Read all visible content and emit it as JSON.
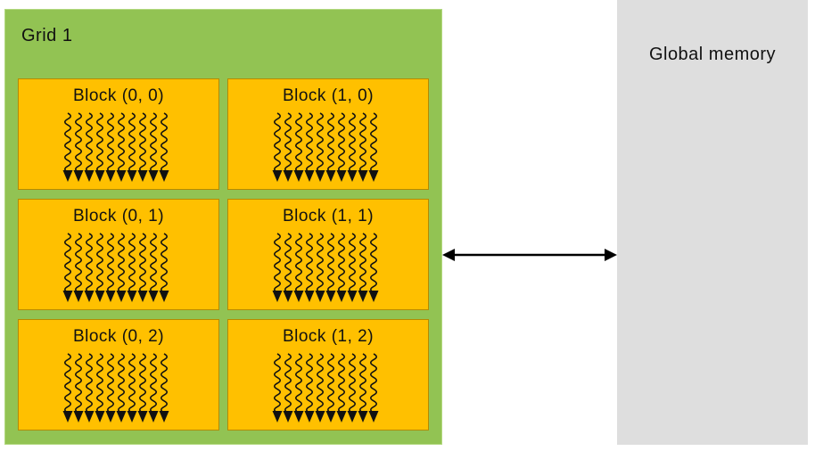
{
  "grid": {
    "title": "Grid 1",
    "blocks": [
      {
        "label": "Block (0, 0)",
        "threads": 10
      },
      {
        "label": "Block (1, 0)",
        "threads": 10
      },
      {
        "label": "Block (0, 1)",
        "threads": 10
      },
      {
        "label": "Block (1, 1)",
        "threads": 10
      },
      {
        "label": "Block (0, 2)",
        "threads": 10
      },
      {
        "label": "Block (1, 2)",
        "threads": 10
      }
    ]
  },
  "memory": {
    "label": "Global memory"
  },
  "colors": {
    "grid_fill": "#92c353",
    "block_fill": "#ffc000",
    "memory_fill": "#dedede",
    "thread_stroke": "#111111"
  },
  "icons": {
    "thread": "wavy-arrow-icon",
    "connector": "double-arrow-icon"
  }
}
